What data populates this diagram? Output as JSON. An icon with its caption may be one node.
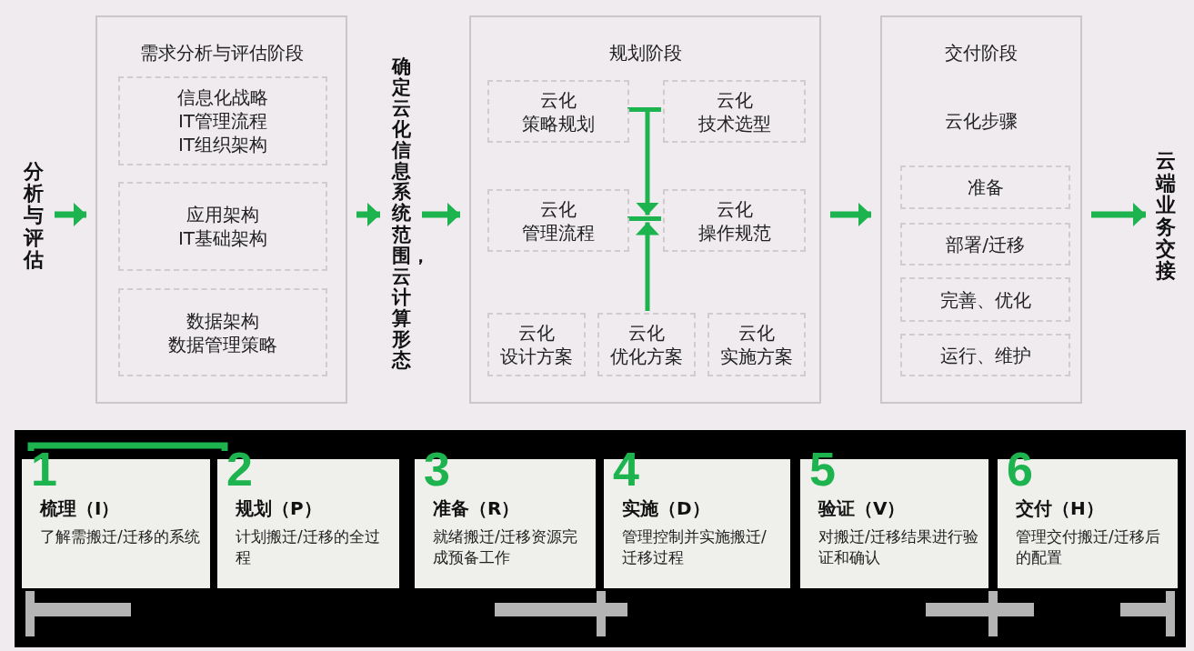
{
  "diagram": {
    "nodes": [
      {
        "text": [
          "分析与评估"
        ]
      },
      {
        "text": [
          "需求分析与评估阶段"
        ]
      },
      {
        "text": [
          "信息化战略",
          "IT管理流程",
          "IT组织架构"
        ],
        "in": 1
      },
      {
        "text": [
          "应用架构",
          "IT基础架构"
        ],
        "in": 1
      },
      {
        "text": [
          "数据架构",
          "数据管理策略"
        ],
        "in": 1
      },
      {
        "text": [
          "确定云化信息系统范围，云计算形态"
        ]
      },
      {
        "text": [
          "规划阶段"
        ]
      },
      {
        "text": [
          "云化",
          "策略规划"
        ],
        "in": 6
      },
      {
        "text": [
          "云化",
          "技术选型"
        ],
        "in": 6
      },
      {
        "text": [
          "云化",
          "管理流程"
        ],
        "in": 6
      },
      {
        "text": [
          "云化",
          "操作规范"
        ],
        "in": 6
      },
      {
        "text": [
          "云化",
          "设计方案"
        ],
        "in": 6
      },
      {
        "text": [
          "云化",
          "优化方案"
        ],
        "in": 6
      },
      {
        "text": [
          "云化",
          "实施方案"
        ],
        "in": 6
      },
      {
        "text": [
          "交付阶段",
          "云化步骤"
        ]
      },
      {
        "text": [
          "准备"
        ],
        "in": 14
      },
      {
        "text": [
          "部署/迁移"
        ],
        "in": 14
      },
      {
        "text": [
          "完善、优化"
        ],
        "in": 14
      },
      {
        "text": [
          "运行、维护"
        ],
        "in": 14
      },
      {
        "text": [
          "云端业务交接"
        ]
      },
      {
        "text": [
          "1",
          "梳理（I）",
          "了解需搬迁/迁移的系统"
        ]
      },
      {
        "text": [
          "2",
          "规划（P）",
          "计划搬迁/迁移的全过程"
        ]
      },
      {
        "text": [
          "3",
          "准备（R）",
          "就绪搬迁/迁移资源完成预备工作"
        ]
      },
      {
        "text": [
          "4",
          "实施（D）",
          "管理控制并实施搬迁/迁移过程"
        ]
      },
      {
        "text": [
          "5",
          "验证（V）",
          "对搬迁/迁移结果进行验证和确认"
        ]
      },
      {
        "text": [
          "6",
          "交付（H）",
          "管理交付搬迁/迁移后的配置"
        ]
      }
    ],
    "edges": [
      {
        "from": 0,
        "to": 1,
        "arrow": "to"
      },
      {
        "from": 1,
        "to": 5,
        "arrow": "to"
      },
      {
        "from": 5,
        "to": 6,
        "arrow": "to"
      },
      {
        "from": 6,
        "to": 14,
        "arrow": "to"
      },
      {
        "from": 14,
        "to": 19,
        "arrow": "to"
      },
      {
        "from": 20,
        "to": 21,
        "arrow": "none"
      },
      {
        "from": 7,
        "to": 9,
        "arrow": "to"
      },
      {
        "from": 8,
        "to": 10,
        "arrow": "to"
      },
      {
        "from": 12,
        "to": 9,
        "arrow": "to"
      },
      {
        "from": 12,
        "to": 10,
        "arrow": "to"
      }
    ]
  }
}
